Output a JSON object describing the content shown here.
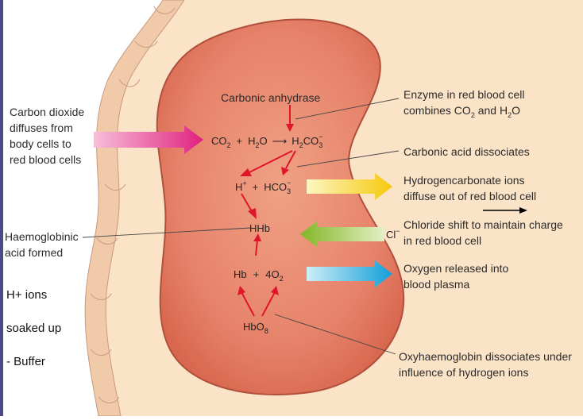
{
  "left_labels": {
    "co2_diffuses": [
      "Carbon dioxide",
      "diffuses from",
      "body cells to",
      "red blood cells"
    ],
    "haemoglobinic": [
      "Haemoglobinic",
      "acid formed"
    ]
  },
  "buffer_note": [
    "H+ ions",
    "soaked up",
    "- Buffer"
  ],
  "cell": {
    "carbonic_anhydrase": "Carbonic anhydrase",
    "reaction1": {
      "co2": "CO",
      "co2_sub": "2",
      "plus": "+",
      "h2o_a": "H",
      "h2o_sub": "2",
      "h2o_b": "O",
      "arrow": "⟶",
      "h2co3_a": "H",
      "h2co3_sub1": "2",
      "h2co3_b": "CO",
      "h2co3_sub2": "3",
      "h2co3_sup": "−"
    },
    "reaction2": {
      "h": "H",
      "h_sup": "+",
      "plus": "+",
      "hco3": "HCO",
      "hco3_sub": "3",
      "hco3_sup": "−"
    },
    "hhb": "HHb",
    "reaction3": {
      "hb": "Hb",
      "plus": "+",
      "o2": "4O",
      "o2_sub": "2"
    },
    "hbo8": {
      "text": "HbO",
      "sub": "8"
    },
    "cl": {
      "text": "Cl",
      "sup": "−"
    }
  },
  "right_labels": {
    "enzyme": {
      "line1": "Enzyme in red blood cell",
      "line2_a": "combines CO",
      "line2_sub1": "2",
      "line2_b": " and H",
      "line2_sub2": "2",
      "line2_c": "O"
    },
    "carbonic_acid": "Carbonic acid dissociates",
    "hydrogencarbonate": [
      "Hydrogencarbonate ions",
      "diffuse out of red blood cell"
    ],
    "chloride": [
      "Chloride shift to maintain charge",
      "in red blood cell"
    ],
    "oxygen": [
      "Oxygen released into",
      "blood plasma"
    ],
    "oxyhaemoglobin": [
      "Oxyhaemoglobin dissociates under",
      "influence of hydrogen ions"
    ]
  },
  "colors": {
    "cell_fill": "#e58068",
    "cell_stroke": "#a84a38",
    "plasma_bg": "#fbe3c7",
    "vessel_wall": "#f0c9a8",
    "left_border": "#4a4a86",
    "red_arrow": "#e0152b",
    "pink_arrow": "#e8258a",
    "yellow_arrow": "#f5cd10",
    "green_arrow": "#8abd2a",
    "blue_arrow": "#1aa6dd"
  }
}
